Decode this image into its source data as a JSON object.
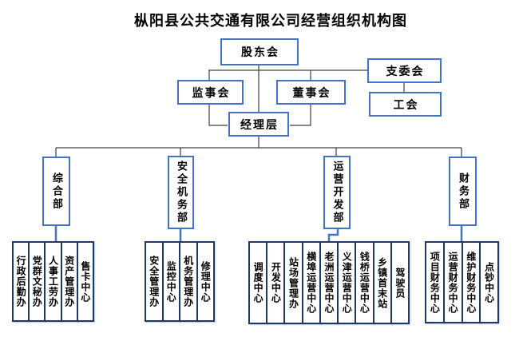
{
  "title": "枞阳县公共交通有限公司经营组织机构图",
  "colors": {
    "accent": "#4472C4",
    "sub_border": "#1F3864",
    "line": "#404040",
    "background": "#FFFFFF",
    "text": "#000000"
  },
  "top_nodes": {
    "shareholders": "股东会",
    "supervisory_board": "监事会",
    "board_of_directors": "董事会",
    "branch_committee": "支委会",
    "labor_union": "工会",
    "management": "经理层"
  },
  "departments": [
    {
      "label": "综合部",
      "children": [
        "行政后勤办",
        "党群文秘办",
        "人事工劳办",
        "资产管理办",
        "售卡中心"
      ]
    },
    {
      "label": "安全机务部",
      "children": [
        "安全管理办",
        "监控中心",
        "机务管理办",
        "修理中心"
      ]
    },
    {
      "label": "运营开发部",
      "children": [
        "调度中心",
        "开发中心",
        "站场管理办",
        "横埠运营中心",
        "老洲运营中心",
        "义津运营中心",
        "钱桥运营中心",
        "乡镇首末站",
        "驾驶员"
      ]
    },
    {
      "label": "财务部",
      "children": [
        "项目财务中心",
        "运营财务中心",
        "维护财务中心",
        "点钞中心"
      ]
    }
  ]
}
